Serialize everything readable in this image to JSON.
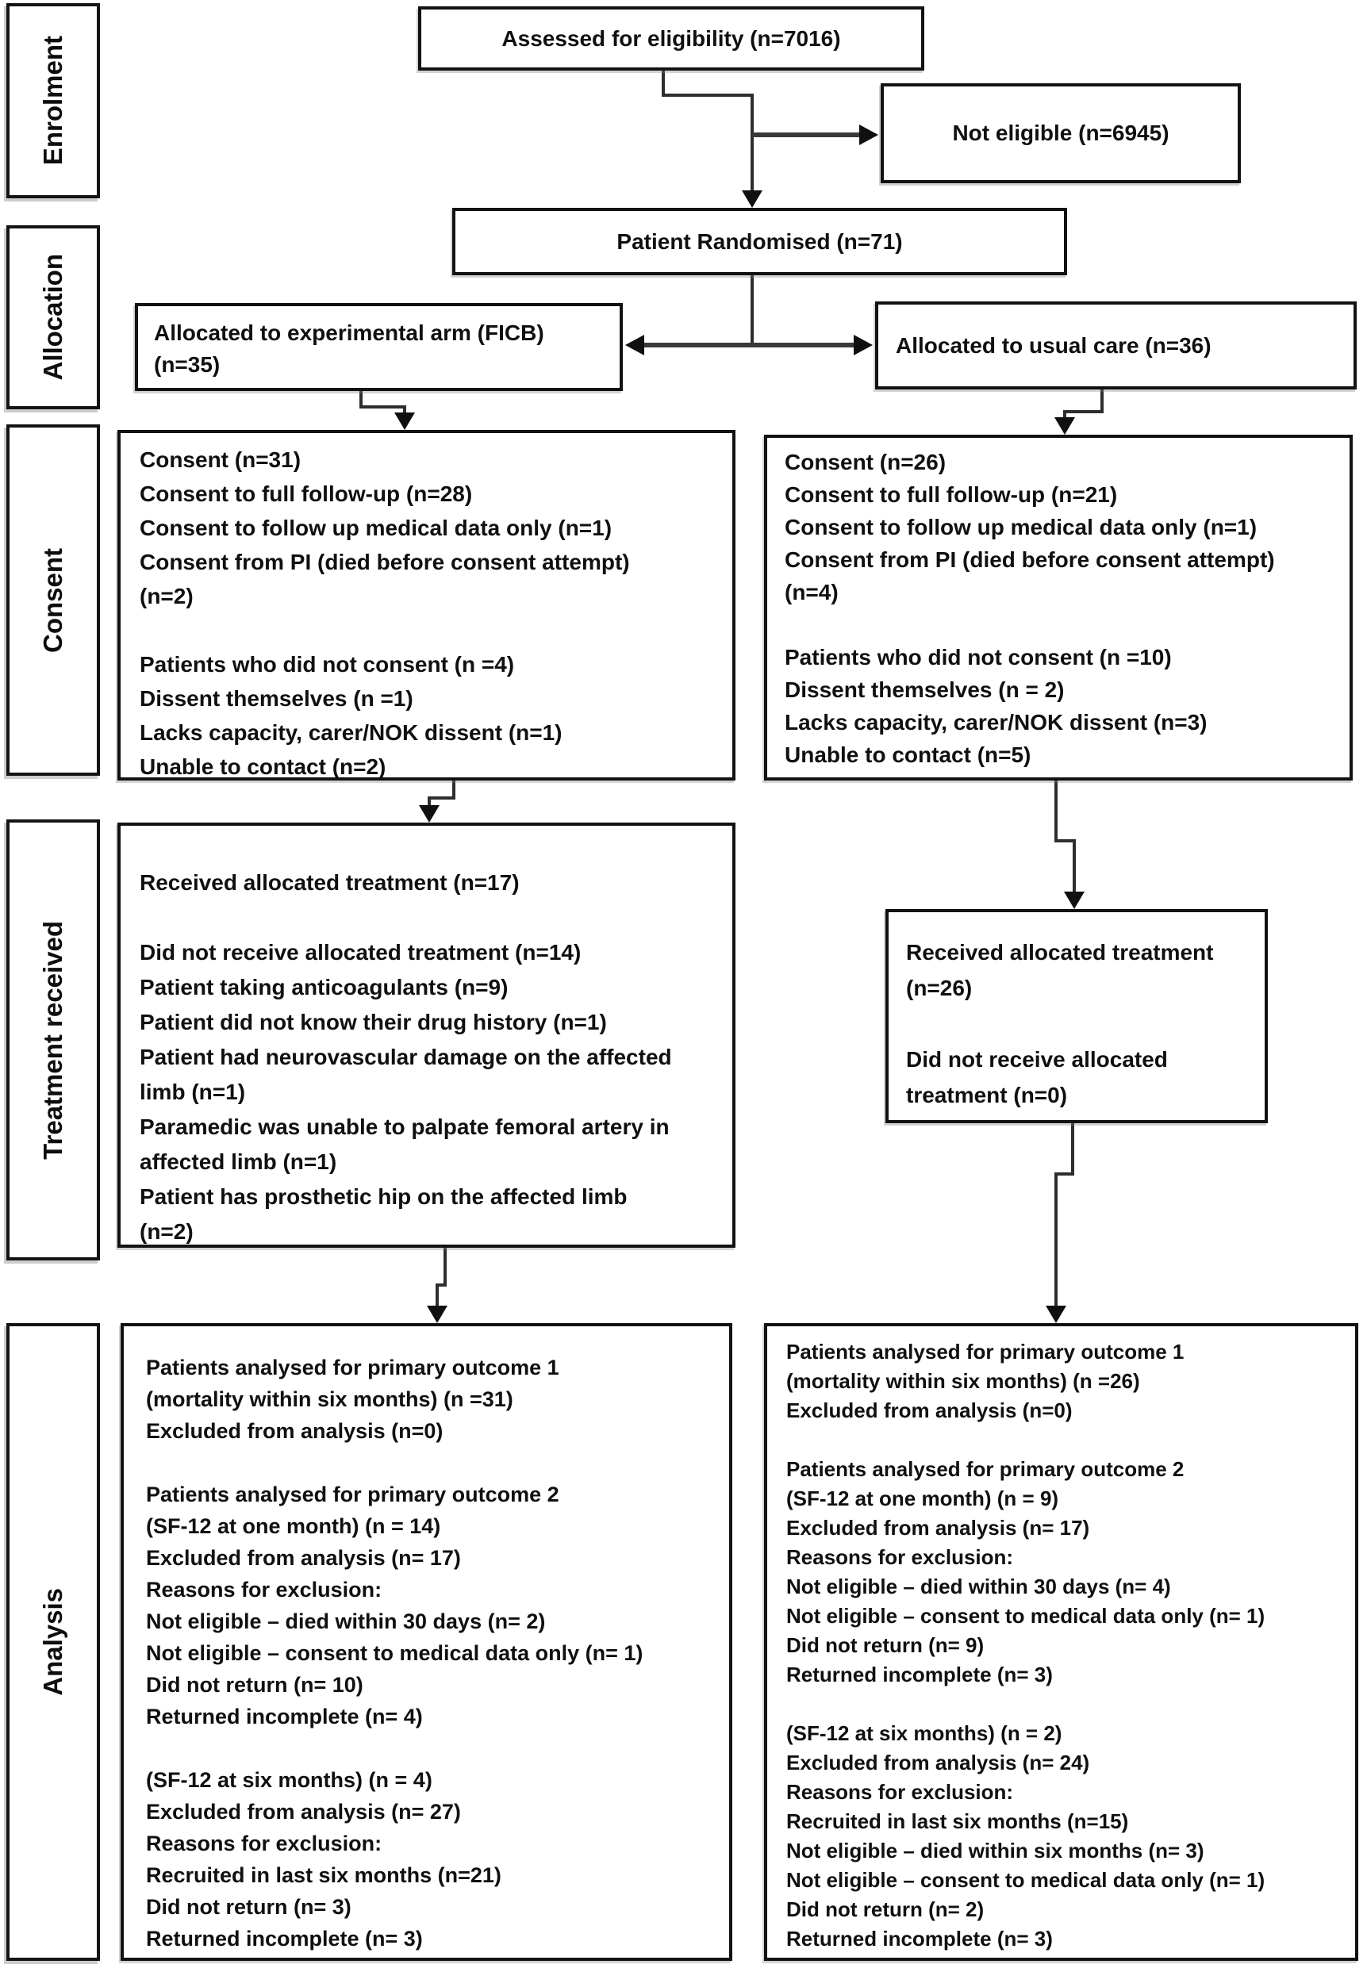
{
  "stages": {
    "enrolment": "Enrolment",
    "allocation": "Allocation",
    "consent": "Consent",
    "treatment": "Treatment received",
    "analysis": "Analysis"
  },
  "boxes": {
    "assessed": "Assessed for eligibility (n=7016)",
    "not_eligible": "Not eligible (n=6945)",
    "randomised": "Patient Randomised (n=71)",
    "alloc_experimental": [
      "Allocated to experimental arm (FICB)",
      "(n=35)"
    ],
    "alloc_usual": "Allocated to usual care (n=36)",
    "consent_left": [
      "Consent (n=31)",
      "Consent to full follow-up (n=28)",
      "Consent to follow up medical data only (n=1)",
      "Consent from PI (died before consent attempt)",
      "(n=2)",
      "",
      "Patients who did not consent (n =4)",
      "Dissent themselves (n =1)",
      "Lacks capacity, carer/NOK dissent (n=1)",
      "Unable to contact (n=2)"
    ],
    "consent_right": [
      "Consent (n=26)",
      "Consent to full follow-up (n=21)",
      "Consent to follow up medical data only (n=1)",
      "Consent from PI (died before consent attempt)",
      "(n=4)",
      "",
      "Patients who did not consent (n =10)",
      "Dissent themselves (n = 2)",
      "Lacks capacity, carer/NOK dissent (n=3)",
      "Unable to contact (n=5)"
    ],
    "treatment_left": [
      "Received allocated treatment (n=17)",
      "",
      "Did not receive allocated treatment (n=14)",
      "Patient taking anticoagulants (n=9)",
      "Patient did not know their drug history (n=1)",
      "Patient had neurovascular damage on the affected",
      "limb (n=1)",
      "Paramedic was unable to palpate femoral artery in",
      "affected limb (n=1)",
      "Patient has prosthetic hip on the affected limb",
      "(n=2)"
    ],
    "treatment_right": [
      "Received allocated treatment",
      "(n=26)",
      "",
      "Did not receive allocated",
      "treatment (n=0)"
    ],
    "analysis_left": [
      "Patients analysed for primary outcome 1",
      "(mortality within six months) (n =31)",
      "Excluded from analysis (n=0)",
      "",
      "Patients analysed for primary outcome 2",
      "(SF-12 at one month) (n = 14)",
      "Excluded from analysis (n= 17)",
      "Reasons for exclusion:",
      "Not eligible – died within 30 days (n= 2)",
      "Not eligible – consent to medical data only (n= 1)",
      "Did not return (n= 10)",
      "Returned incomplete (n= 4)",
      "",
      "(SF-12 at six months) (n = 4)",
      "Excluded from analysis (n= 27)",
      "Reasons for exclusion:",
      "Recruited in last six months (n=21)",
      "Did not return (n= 3)",
      "Returned incomplete (n= 3)"
    ],
    "analysis_right": [
      "Patients analysed for primary outcome 1",
      "(mortality within six months) (n =26)",
      "Excluded from analysis (n=0)",
      "",
      "Patients analysed for primary outcome 2",
      "(SF-12 at one month) (n = 9)",
      "Excluded from analysis (n= 17)",
      "Reasons for exclusion:",
      "Not eligible – died within 30 days (n= 4)",
      "Not eligible – consent to medical data only (n= 1)",
      "Did not return (n= 9)",
      "Returned incomplete (n= 3)",
      "",
      "(SF-12 at six months) (n = 2)",
      "Excluded from analysis (n= 24)",
      "Reasons for exclusion:",
      "Recruited in last six months (n=15)",
      "Not eligible – died within six months (n= 3)",
      "Not eligible – consent to medical data only (n= 1)",
      "Did not return (n= 2)",
      "Returned incomplete (n= 3)"
    ]
  },
  "colors": {
    "line": "#2e2e2e",
    "arrowhead": "#101010",
    "border": "#121212",
    "background": "#ffffff"
  }
}
